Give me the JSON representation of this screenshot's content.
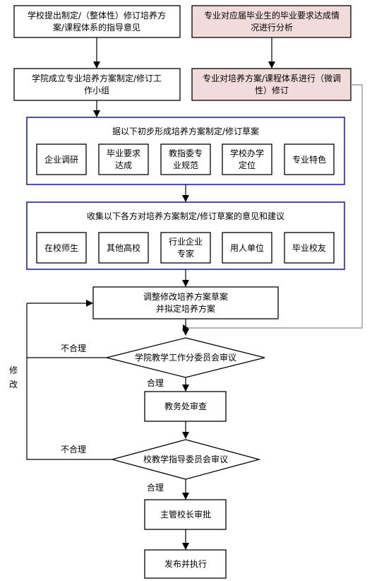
{
  "nodes": {
    "school_guidance": [
      "学校提出制定/（整体性）修订培养方",
      "案/课程体系的指导意见"
    ],
    "graduate_analysis": [
      "专业对应届毕业生的毕业要求达成情",
      "况进行分析"
    ],
    "college_group": [
      "学院成立专业培养方案制定/修订工",
      "作小组"
    ],
    "micro_revision": [
      "专业对培养方案/课程体系进行（微调",
      "性）修订"
    ],
    "draft_basis": {
      "title": "据以下初步形成培养方案制定/修订草案",
      "items": [
        [
          "企业调研"
        ],
        [
          "毕业要求",
          "达成"
        ],
        [
          "教指委专",
          "业规范"
        ],
        [
          "学校办学",
          "定位"
        ],
        [
          "专业特色"
        ]
      ]
    },
    "feedback": {
      "title": "收集以下各方对培养方案制定/修订草案的意见和建议",
      "items": [
        [
          "在校师生"
        ],
        [
          "其他高校"
        ],
        [
          "行业企业",
          "专家"
        ],
        [
          "用人单位"
        ],
        [
          "毕业校友"
        ]
      ]
    },
    "adjust": [
      "调整修改培养方案草案",
      "并拟定培养方案"
    ],
    "college_review": "学院教学工作分委员会审议",
    "academic_office": "教务处审查",
    "school_review": "校教学指导委员会审议",
    "principal": "主管校长审批",
    "publish": "发布并执行"
  },
  "edge_labels": {
    "unreasonable_1": "不合理",
    "reasonable_1": "合理",
    "unreasonable_2": "不合理",
    "reasonable_2": "合理",
    "modify": [
      "修",
      "改"
    ]
  }
}
